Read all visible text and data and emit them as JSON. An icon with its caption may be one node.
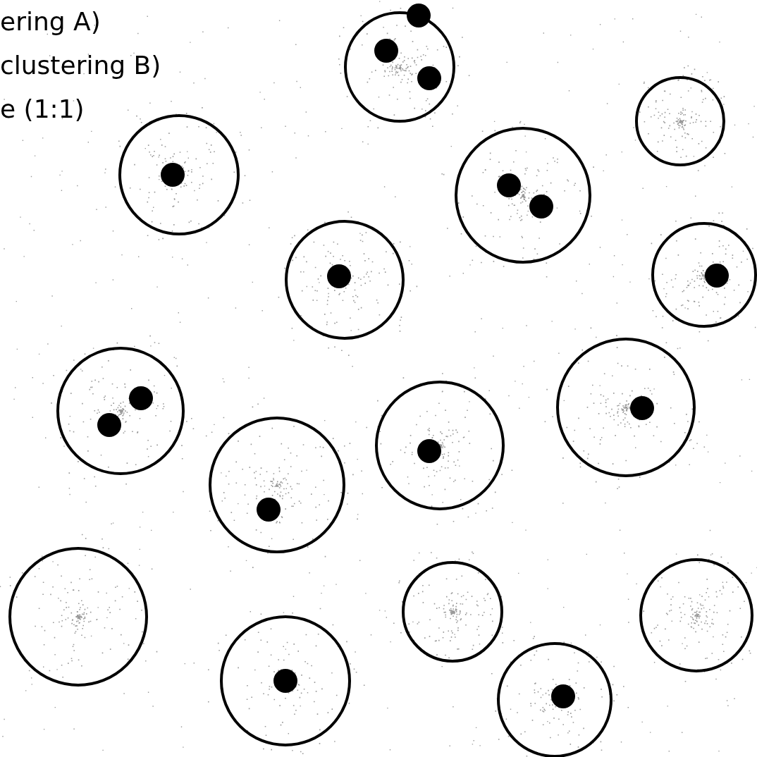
{
  "diagram": {
    "labels": [
      "ering A)",
      "clustering B)",
      "e (1:1)"
    ]
  }
}
